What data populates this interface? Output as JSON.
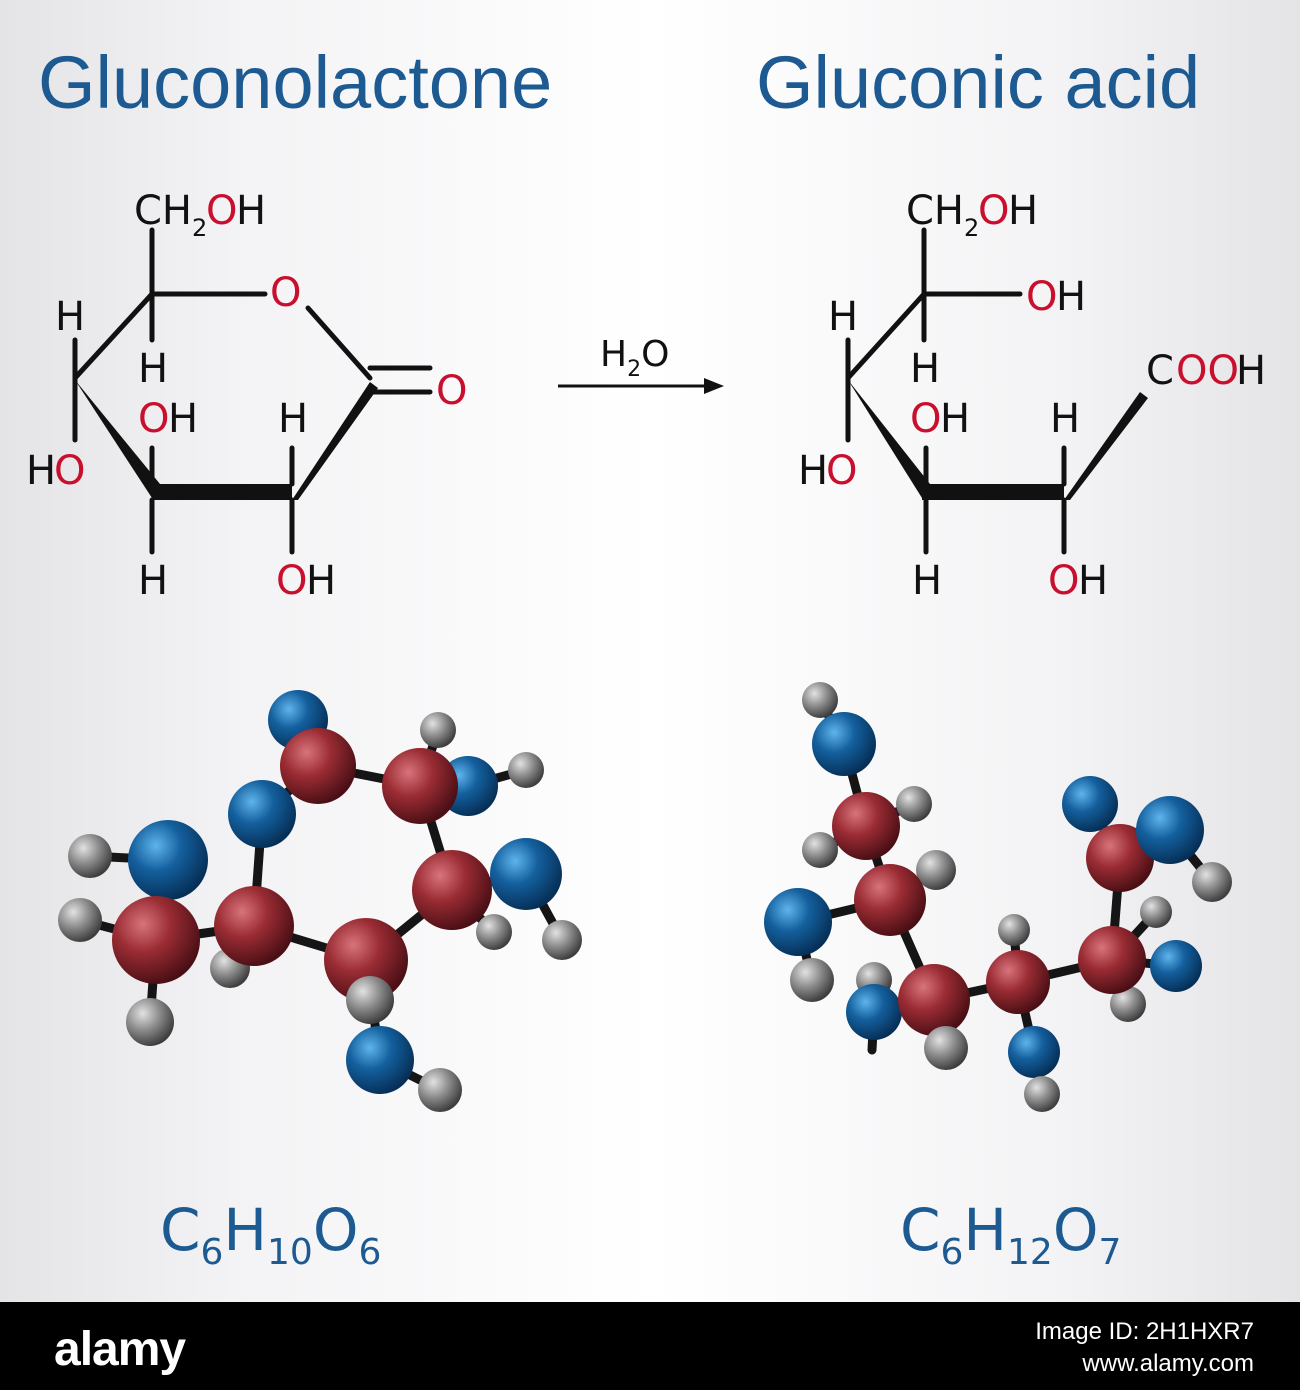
{
  "titles": {
    "left": "Gluconolactone",
    "right": "Gluconic acid"
  },
  "reaction": {
    "reagent_main": "H",
    "reagent_sub": "2",
    "reagent_tail": "O"
  },
  "formulas": {
    "left": {
      "c": "C",
      "c_n": "6",
      "h": "H",
      "h_n": "10",
      "o": "O",
      "o_n": "6"
    },
    "right": {
      "c": "C",
      "c_n": "6",
      "h": "H",
      "h_n": "12",
      "o": "O",
      "o_n": "7"
    }
  },
  "colors": {
    "title": "#1c5a91",
    "oxygen_label": "#c8102e",
    "carbon_atom": "#9b2c34",
    "oxygen_atom": "#14609e",
    "hydrogen_atom": "#7a7a7a",
    "bond": "#111111"
  },
  "watermark": "alamy",
  "footer": {
    "brand": "alamy",
    "image_id": "Image ID: 2H1HXR7",
    "url": "www.alamy.com"
  }
}
